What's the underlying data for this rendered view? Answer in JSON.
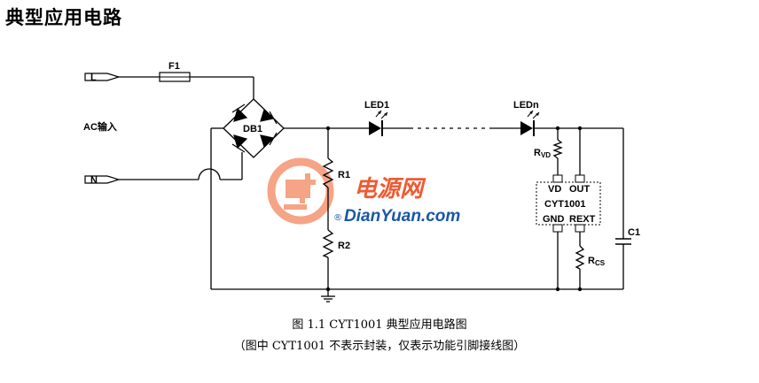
{
  "title": "典型应用电路",
  "labels": {
    "terminal_l": "L",
    "terminal_n": "N",
    "fuse": "F1",
    "ac_input": "AC输入",
    "bridge": "DB1",
    "r1": "R1",
    "r2": "R2",
    "led1": "LED1",
    "ledn": "LEDn",
    "rvd_main": "R",
    "rvd_sub": "VD",
    "rcs_main": "R",
    "rcs_sub": "CS",
    "c1": "C1"
  },
  "chip": {
    "pin_vd": "VD",
    "pin_out": "OUT",
    "name": "CYT1001",
    "pin_gnd": "GND",
    "pin_rext": "REXT"
  },
  "watermark": {
    "brand_cn": "电源网",
    "brand_en": "DianYuan.com",
    "registered": "®"
  },
  "caption": {
    "line1": "图 1.1 CYT1001 典型应用电路图",
    "line2": "（图中 CYT1001 不表示封装，仅表示功能引脚接线图）"
  },
  "colors": {
    "wire": "#000000",
    "watermark_orange": "#ef5a32",
    "watermark_blue": "#1b57a6"
  }
}
